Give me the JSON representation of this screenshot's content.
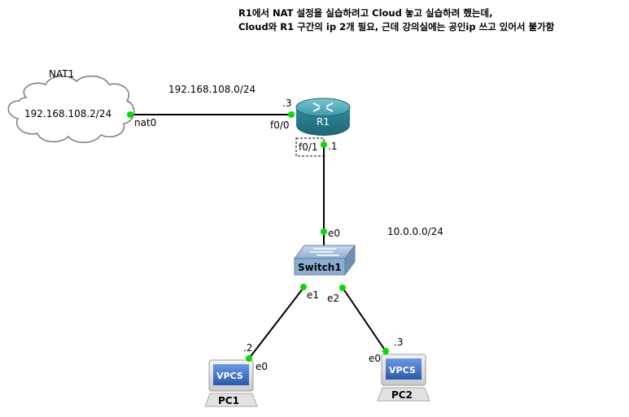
{
  "note": {
    "line1": "R1에서 NAT 설정을 실습하려고 Cloud 놓고 실습하려 했는데,",
    "line2": "Cloud와 R1 구간의 ip 2개 필요, 근데 강의실에는 공인ip 쓰고 있어서 불가함"
  },
  "nodes": {
    "cloud": {
      "name": "NAT1",
      "label": "192.168.108.2/24",
      "port": "nat0"
    },
    "router": {
      "name": "R1",
      "port_wan": "f0/0",
      "port_lan": "f0/1",
      "wan_host": ".3",
      "lan_host": ".1"
    },
    "switch": {
      "name": "Switch1",
      "port_uplink": "e0",
      "port_pc1": "e1",
      "port_pc2": "e2"
    },
    "pc1": {
      "name": "PC1",
      "screen": "VPCS",
      "port": "e0",
      "host": ".2"
    },
    "pc2": {
      "name": "PC2",
      "screen": "VPCS",
      "port": "e0",
      "host": ".3"
    }
  },
  "networks": {
    "wan": "192.168.108.0/24",
    "lan": "10.0.0.0/24"
  },
  "colors": {
    "link": "#000000",
    "port_dot": "#00e000",
    "router_body": "#2e8fa0",
    "switch_body": "#7fa3c8",
    "pc_screen": "#3a6fc4"
  }
}
